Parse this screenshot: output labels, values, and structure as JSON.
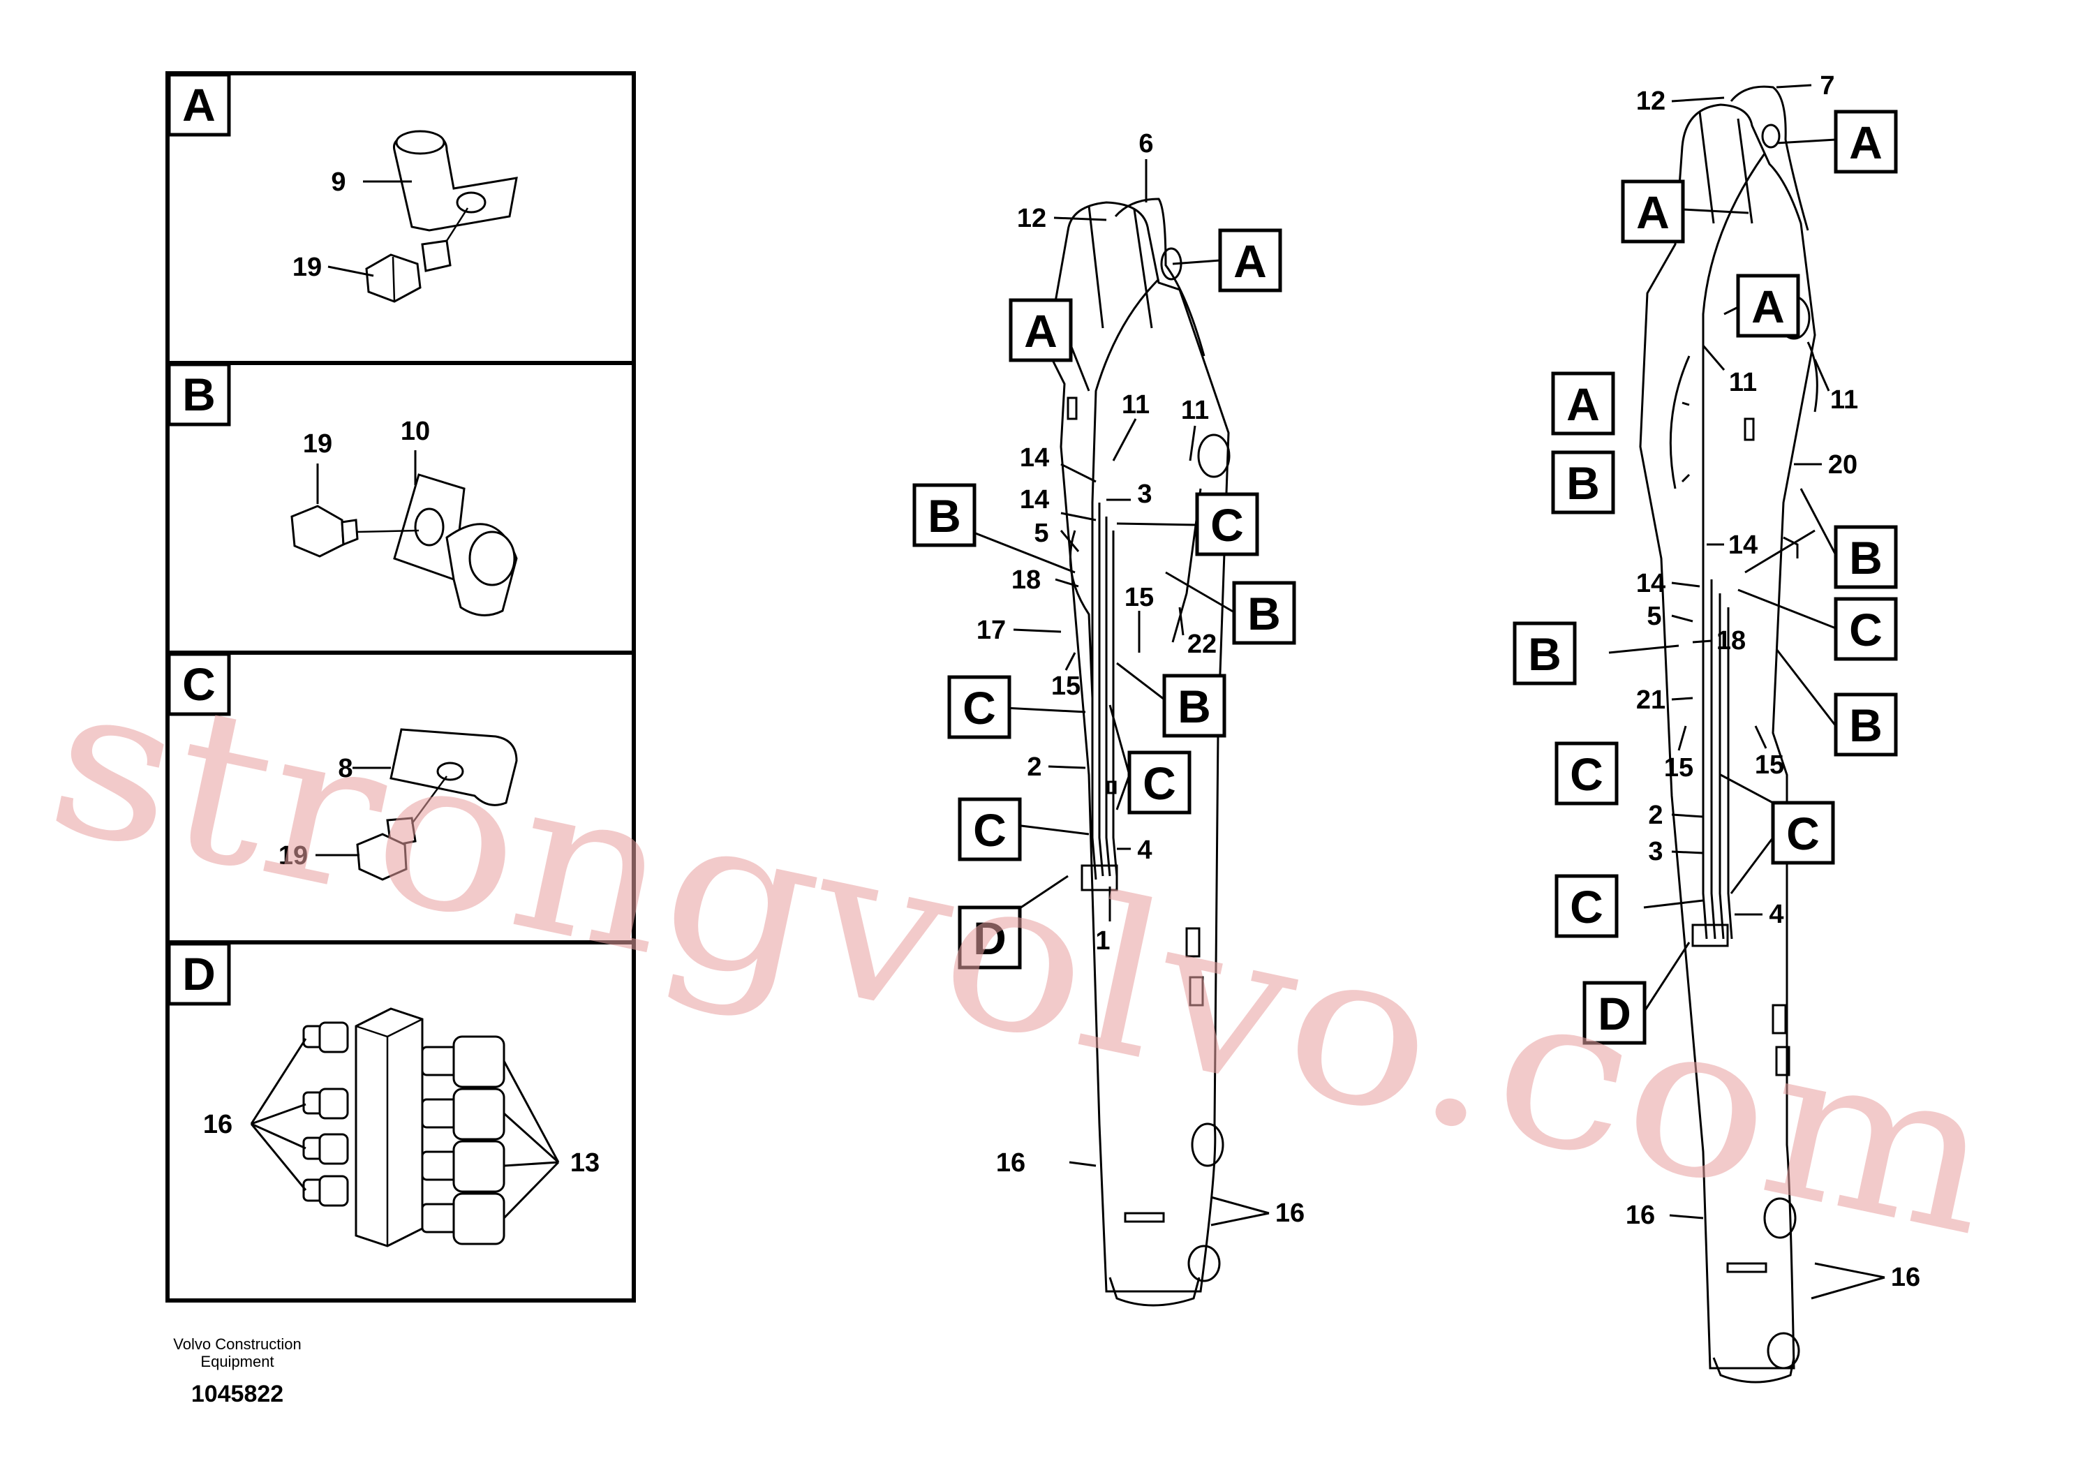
{
  "details": [
    {
      "letter": "A",
      "callouts": [
        "9",
        "19"
      ]
    },
    {
      "letter": "B",
      "callouts": [
        "19",
        "10"
      ]
    },
    {
      "letter": "C",
      "callouts": [
        "8",
        "19"
      ]
    },
    {
      "letter": "D",
      "callouts": [
        "16",
        "13"
      ]
    }
  ],
  "view_left": {
    "callouts": [
      "6",
      "12",
      "11",
      "11",
      "14",
      "3",
      "14",
      "5",
      "18",
      "15",
      "17",
      "22",
      "15",
      "2",
      "4",
      "1",
      "16",
      "16"
    ],
    "markers": [
      "A",
      "A",
      "B",
      "C",
      "B",
      "B",
      "C",
      "C",
      "C",
      "D"
    ]
  },
  "view_right": {
    "callouts": [
      "12",
      "7",
      "11",
      "11",
      "20",
      "14",
      "14",
      "5",
      "18",
      "21",
      "15",
      "15",
      "2",
      "3",
      "4",
      "16",
      "16"
    ],
    "markers": [
      "A",
      "A",
      "A",
      "A",
      "B",
      "B",
      "C",
      "B",
      "B",
      "C",
      "C",
      "C",
      "D"
    ]
  },
  "footer": {
    "company_line1": "Volvo Construction",
    "company_line2": "Equipment",
    "drawing_number": "1045822"
  },
  "watermark": "strongvolvo.com"
}
